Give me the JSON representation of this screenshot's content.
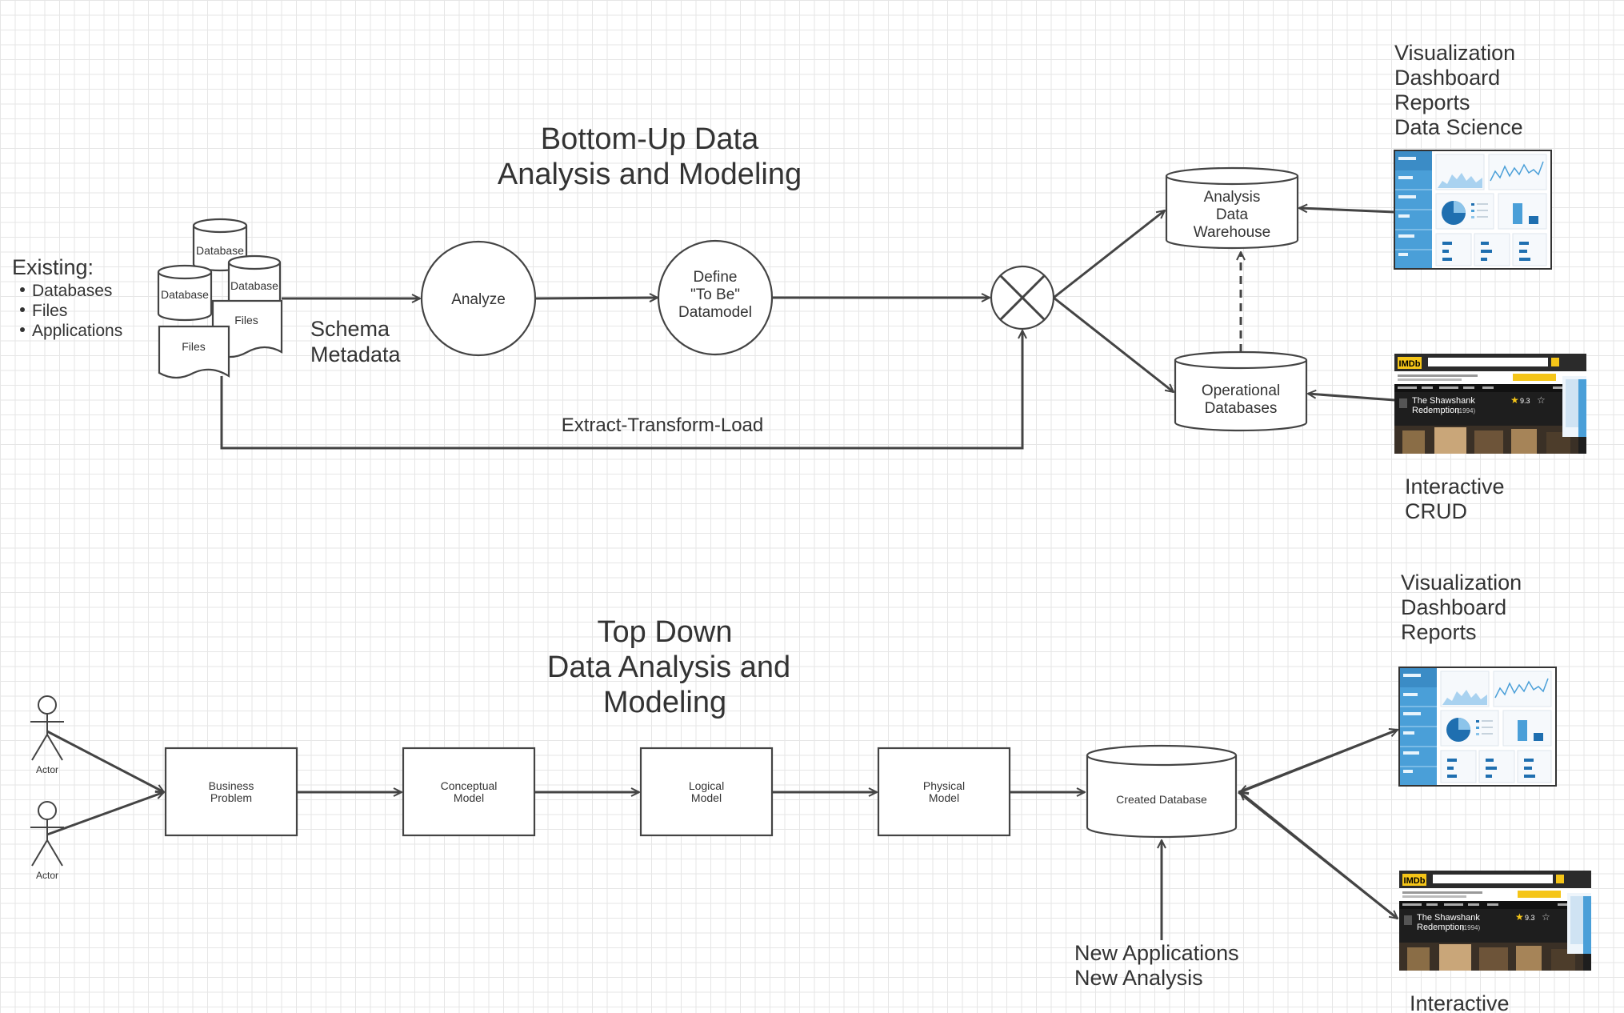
{
  "bottom_up": {
    "title_lines": [
      "Bottom-Up Data",
      "Analysis and Modeling"
    ],
    "existing": {
      "heading": "Existing:",
      "items": [
        "Databases",
        "Files",
        "Applications"
      ]
    },
    "source_labels": {
      "db1": "Database",
      "db2": "Database",
      "db3": "Database",
      "files1": "Files",
      "files2": "Files"
    },
    "schema_metadata": [
      "Schema",
      "Metadata"
    ],
    "analyze": "Analyze",
    "define_model": [
      "Define",
      "\"To Be\"",
      "Datamodel"
    ],
    "etl": "Extract-Transform-Load",
    "analysis_dw": [
      "Analysis",
      "Data",
      "Warehouse"
    ],
    "operational_db": [
      "Operational",
      "Databases"
    ],
    "viz_label": [
      "Visualization",
      "Dashboard",
      "Reports",
      "Data Science"
    ],
    "crud_label": [
      "Interactive",
      "CRUD"
    ]
  },
  "top_down": {
    "title_lines": [
      "Top Down",
      "Data Analysis and",
      "Modeling"
    ],
    "actor_label": "Actor",
    "steps": [
      [
        "Business",
        "Problem"
      ],
      [
        "Conceptual",
        "Model"
      ],
      [
        "Logical",
        "Model"
      ],
      [
        "Physical",
        "Model"
      ]
    ],
    "created_db": "Created Database",
    "new_apps": [
      "New Applications",
      "New Analysis"
    ],
    "viz_label": [
      "Visualization",
      "Dashboard",
      "Reports"
    ],
    "crud_label": [
      "Interactive"
    ]
  },
  "thumbnails": {
    "imdb_logo": "IMDb",
    "movie_title": "The Shawshank",
    "movie_title_2": "Redemption",
    "movie_year": "(1994)",
    "rating": "9.3"
  },
  "colors": {
    "line": "#444444",
    "grid": "#e6e6e6",
    "dash_sidebar": "#4a9fd8",
    "imdb_yellow": "#f5c518",
    "imdb_dark": "#222222"
  }
}
